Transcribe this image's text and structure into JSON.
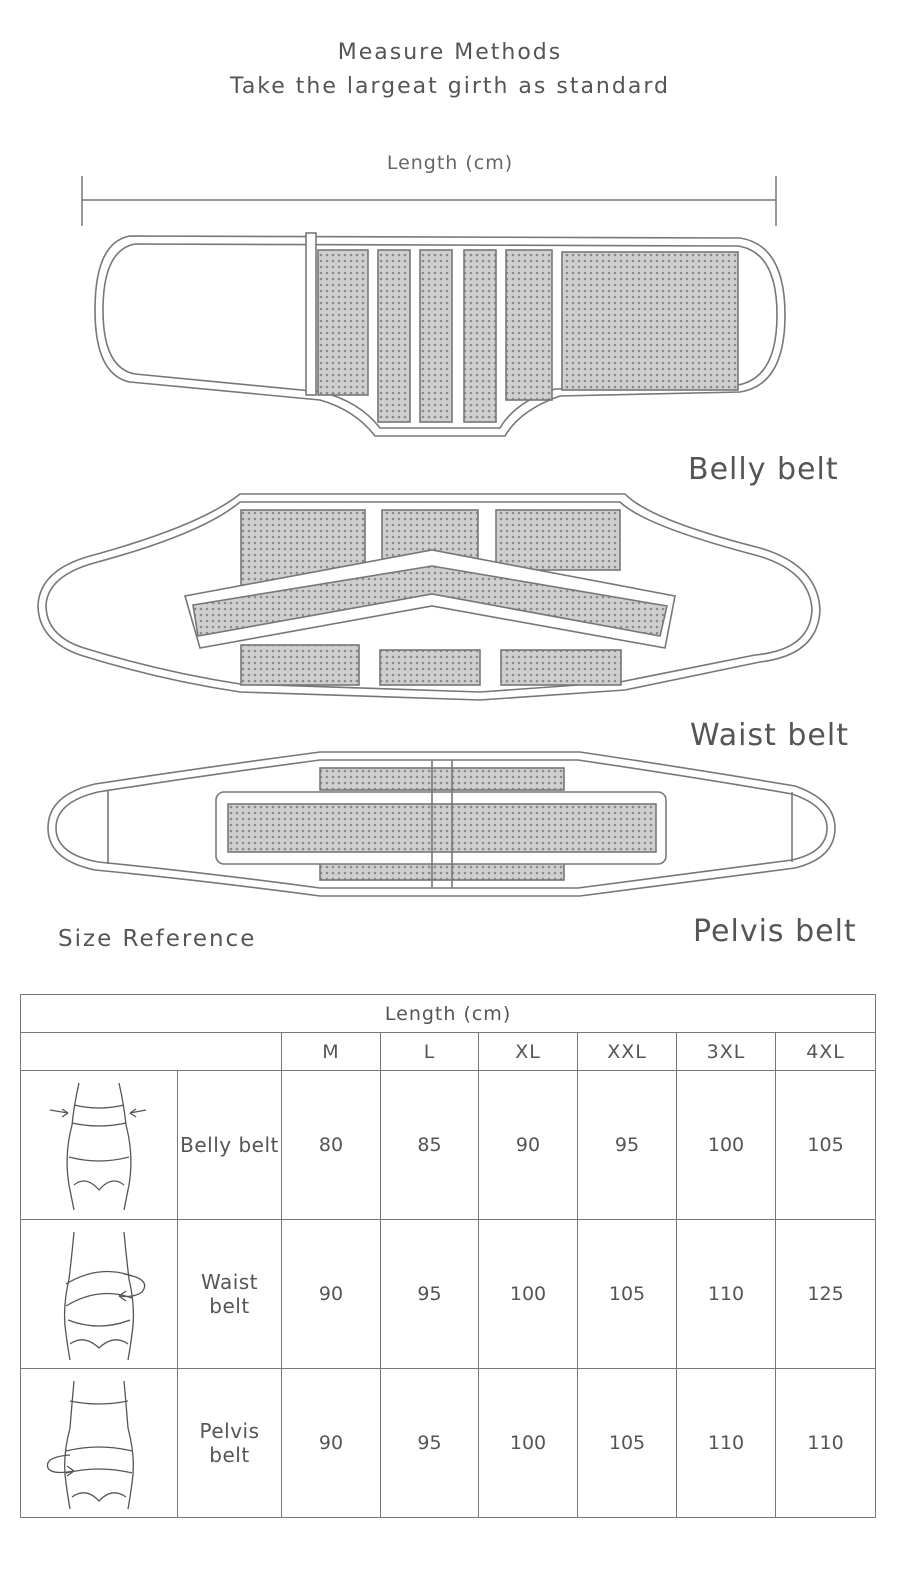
{
  "header": {
    "title": "Measure Methods",
    "subtitle": "Take the largeat girth as standard",
    "length_label": "Length (cm)"
  },
  "belts": {
    "belly": "Belly belt",
    "waist": "Waist belt",
    "pelvis": "Pelvis belt"
  },
  "size_reference": "Size Reference",
  "table": {
    "caption": "Length (cm)",
    "sizes": [
      "M",
      "L",
      "XL",
      "XXL",
      "3XL",
      "4XL"
    ],
    "rows": [
      {
        "name": "Belly belt",
        "values": [
          "80",
          "85",
          "90",
          "95",
          "100",
          "105"
        ]
      },
      {
        "name": "Waist belt",
        "values": [
          "90",
          "95",
          "100",
          "105",
          "110",
          "125"
        ]
      },
      {
        "name": "Pelvis belt",
        "values": [
          "90",
          "95",
          "100",
          "105",
          "110",
          "110"
        ]
      }
    ]
  },
  "colors": {
    "line": "#777777",
    "mesh": "#bdbdbd",
    "text": "#555555"
  }
}
